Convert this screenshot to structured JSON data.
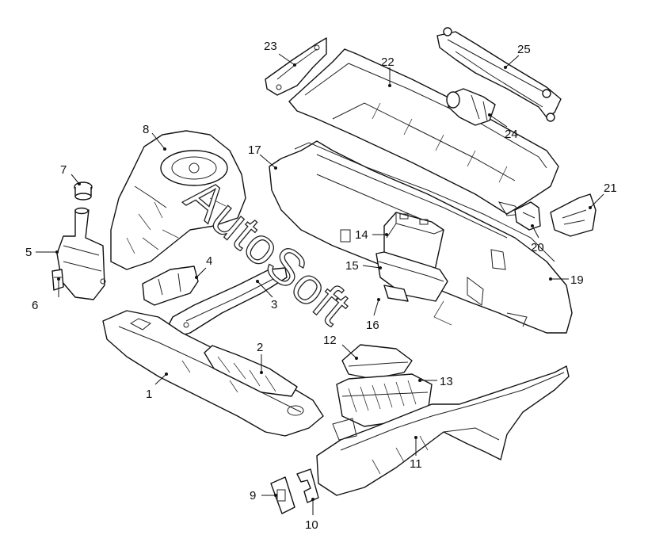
{
  "watermark": "AutoSoft",
  "callouts": [
    {
      "id": "1",
      "label": "1"
    },
    {
      "id": "2",
      "label": "2"
    },
    {
      "id": "3",
      "label": "3"
    },
    {
      "id": "4",
      "label": "4"
    },
    {
      "id": "5",
      "label": "5"
    },
    {
      "id": "6",
      "label": "6"
    },
    {
      "id": "7",
      "label": "7"
    },
    {
      "id": "8",
      "label": "8"
    },
    {
      "id": "9",
      "label": "9"
    },
    {
      "id": "10",
      "label": "10"
    },
    {
      "id": "11",
      "label": "11"
    },
    {
      "id": "12",
      "label": "12"
    },
    {
      "id": "13",
      "label": "13"
    },
    {
      "id": "14",
      "label": "14"
    },
    {
      "id": "15",
      "label": "15"
    },
    {
      "id": "16",
      "label": "16"
    },
    {
      "id": "17",
      "label": "17"
    },
    {
      "id": "19",
      "label": "19"
    },
    {
      "id": "20",
      "label": "20"
    },
    {
      "id": "21",
      "label": "21"
    },
    {
      "id": "22",
      "label": "22"
    },
    {
      "id": "23",
      "label": "23"
    },
    {
      "id": "24",
      "label": "24"
    },
    {
      "id": "25",
      "label": "25"
    }
  ]
}
